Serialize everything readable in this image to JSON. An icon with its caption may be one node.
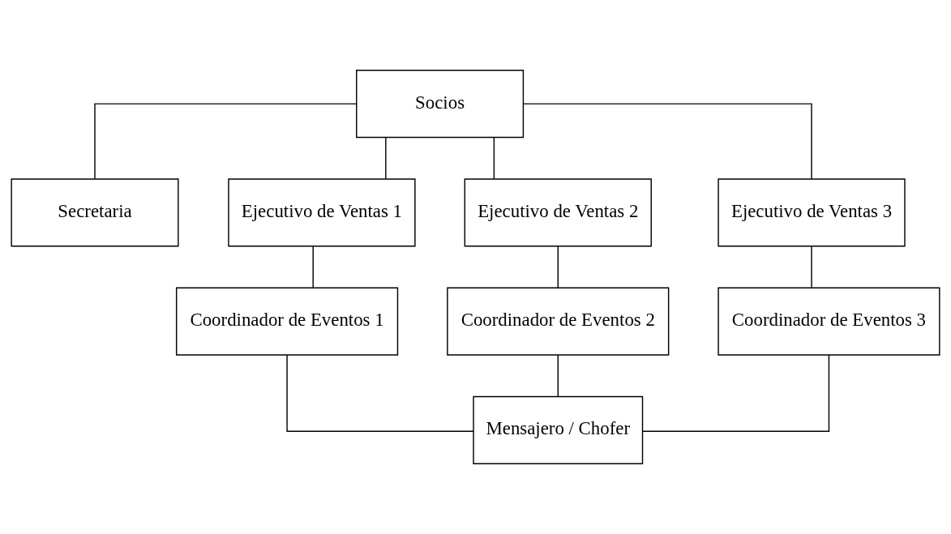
{
  "diagram": {
    "nodes": [
      {
        "text": [
          "Socios"
        ]
      },
      {
        "text": [
          "Secretaria"
        ]
      },
      {
        "text": [
          "Ejecutivo de Ventas 1"
        ]
      },
      {
        "text": [
          "Ejecutivo de Ventas 2"
        ]
      },
      {
        "text": [
          "Ejecutivo de Ventas 3"
        ]
      },
      {
        "text": [
          "Coordinador de Eventos 1"
        ]
      },
      {
        "text": [
          "Coordinador de Eventos 2"
        ]
      },
      {
        "text": [
          "Coordinador de Eventos 3"
        ]
      },
      {
        "text": [
          "Mensajero / Chofer"
        ]
      }
    ],
    "edges": [
      {
        "from": 0,
        "to": 1,
        "arrow": "none"
      },
      {
        "from": 0,
        "to": 2,
        "arrow": "none"
      },
      {
        "from": 0,
        "to": 3,
        "arrow": "none"
      },
      {
        "from": 0,
        "to": 4,
        "arrow": "none"
      },
      {
        "from": 2,
        "to": 5,
        "arrow": "none"
      },
      {
        "from": 3,
        "to": 6,
        "arrow": "none"
      },
      {
        "from": 4,
        "to": 7,
        "arrow": "none"
      },
      {
        "from": 5,
        "to": 8,
        "arrow": "none"
      },
      {
        "from": 6,
        "to": 8,
        "arrow": "none"
      },
      {
        "from": 7,
        "to": 8,
        "arrow": "none"
      }
    ]
  }
}
